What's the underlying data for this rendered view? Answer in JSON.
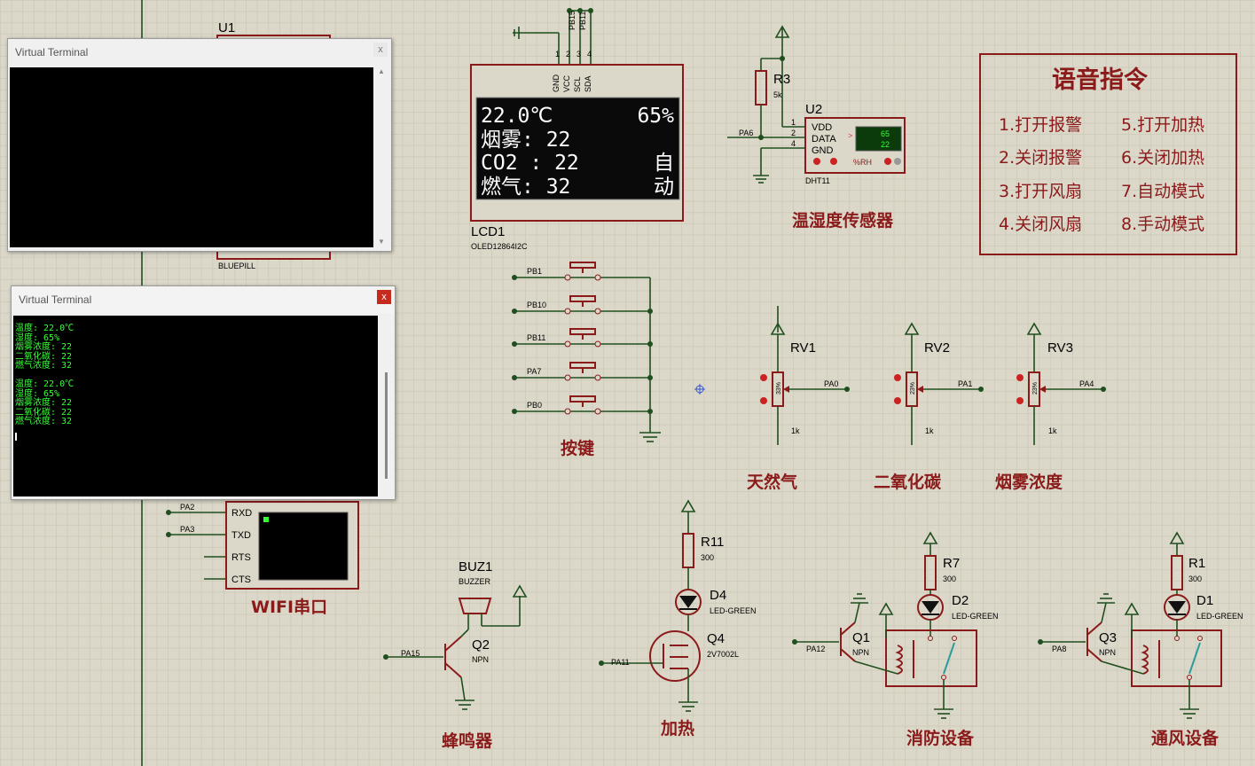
{
  "terminals": [
    {
      "title": "Virtual Terminal",
      "close": "x",
      "lines": []
    },
    {
      "title": "Virtual Terminal",
      "close": "x",
      "lines": [
        "温度: 22.0℃",
        "湿度: 65%",
        "烟雾浓度: 22",
        "二氧化碳: 22",
        "燃气浓度: 32",
        "",
        "温度: 22.0℃",
        "湿度: 65%",
        "烟雾浓度: 22",
        "二氧化碳: 22",
        "燃气浓度: 32"
      ]
    }
  ],
  "mcu": {
    "ref": "U1",
    "part": "BLUEPILL"
  },
  "lcd": {
    "ref": "LCD1",
    "part": "OLED12864I2C",
    "pins": [
      "GND",
      "VCC",
      "SCL",
      "SDA"
    ],
    "pin_nums": [
      "1",
      "2",
      "3",
      "4"
    ],
    "nets": [
      "PB15",
      "PB11"
    ],
    "screen": {
      "temp": "22.0℃",
      "hum": "65%",
      "smoke": "烟雾: 22",
      "co2": "CO2 : 22",
      "gas": "燃气: 32",
      "mode1": "自",
      "mode2": "动"
    }
  },
  "dht": {
    "ref": "U2",
    "part": "DHT11",
    "pins": [
      "VDD",
      "DATA",
      "GND"
    ],
    "pin_nums": [
      "1",
      "2",
      "4"
    ],
    "display": [
      "65",
      "22"
    ],
    "unit": "%RH",
    "arrow": ">",
    "net": "PA6"
  },
  "r3": {
    "ref": "R3",
    "value": "5k"
  },
  "voice_box": {
    "title": "语音指令",
    "commands": [
      "1.打开报警",
      "2.关闭报警",
      "3.打开风扇",
      "4.关闭风扇",
      "5.打开加热",
      "6.关闭加热",
      "7.自动模式",
      "8.手动模式"
    ]
  },
  "buttons": {
    "nets": [
      "PB1",
      "PB10",
      "PB11",
      "PA7",
      "PB0"
    ],
    "caption": "按键"
  },
  "pots": [
    {
      "ref": "RV1",
      "value": "1k",
      "net": "PA0",
      "pct": "33%",
      "caption": "天然气"
    },
    {
      "ref": "RV2",
      "value": "1k",
      "net": "PA1",
      "pct": "23%",
      "caption": "二氧化碳"
    },
    {
      "ref": "RV3",
      "value": "1k",
      "net": "PA4",
      "pct": "23%",
      "caption": "烟雾浓度"
    }
  ],
  "wifi": {
    "pins": [
      "RXD",
      "TXD",
      "RTS",
      "CTS"
    ],
    "nets": [
      "PA2",
      "PA3"
    ],
    "caption": "WIFI串口"
  },
  "buzzer": {
    "ref": "BUZ1",
    "part": "BUZZER",
    "q": "Q2",
    "qtype": "NPN",
    "net": "PA15",
    "caption": "蜂鸣器"
  },
  "heater": {
    "r": "R11",
    "rval": "300",
    "d": "D4",
    "dtype": "LED-GREEN",
    "q": "Q4",
    "qtype": "2V7002L",
    "net": "PA11",
    "caption": "加热"
  },
  "fire": {
    "r": "R7",
    "rval": "300",
    "d": "D2",
    "dtype": "LED-GREEN",
    "q": "Q1",
    "qtype": "NPN",
    "net": "PA12",
    "caption": "消防设备"
  },
  "fan": {
    "r": "R1",
    "rval": "300",
    "d": "D1",
    "dtype": "LED-GREEN",
    "q": "Q3",
    "qtype": "NPN",
    "net": "PA8",
    "caption": "通风设备"
  },
  "colors": {
    "component": "#8b1a1a",
    "wire": "#1f4f1f",
    "terminal_text": "#39ff39",
    "background": "#dcd8c9"
  }
}
